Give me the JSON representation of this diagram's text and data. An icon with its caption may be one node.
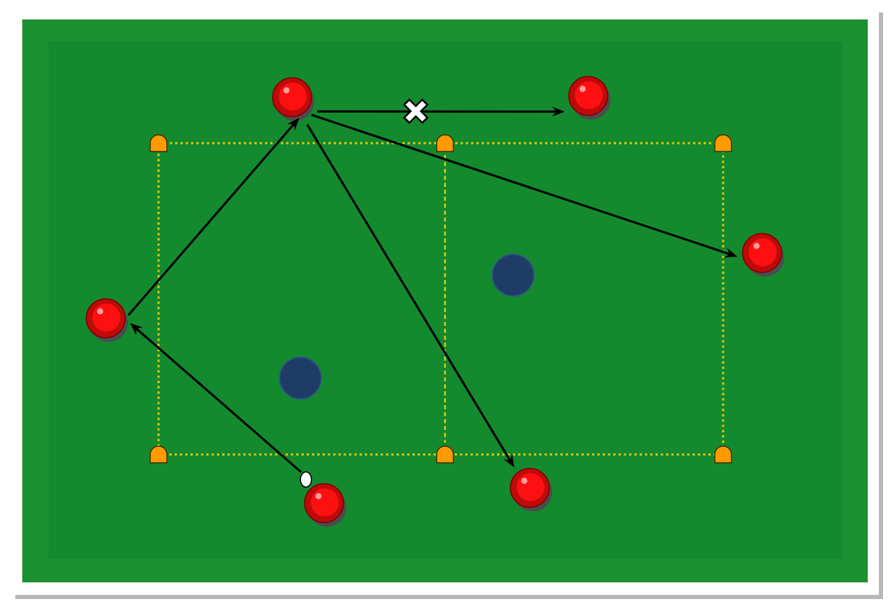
{
  "diagram": {
    "nodes": [
      {
        "text": [],
        "shape": "circle"
      },
      {
        "text": [],
        "shape": "circle"
      },
      {
        "text": [],
        "shape": "circle"
      },
      {
        "text": [],
        "shape": "circle"
      },
      {
        "text": [],
        "shape": "circle"
      },
      {
        "text": [],
        "shape": "circle"
      },
      {
        "text": [],
        "shape": "ellipse"
      },
      {
        "text": [],
        "shape": "circle"
      },
      {
        "text": [],
        "shape": "circle"
      }
    ],
    "edges": [
      {
        "from": 0,
        "to": 1,
        "arrow": "to"
      },
      {
        "from": 0,
        "to": 2,
        "arrow": "to"
      },
      {
        "from": 0,
        "to": 7,
        "arrow": "to"
      },
      {
        "from": 4,
        "to": 0,
        "arrow": "to"
      },
      {
        "from": 6,
        "to": 4,
        "arrow": "to"
      }
    ]
  }
}
